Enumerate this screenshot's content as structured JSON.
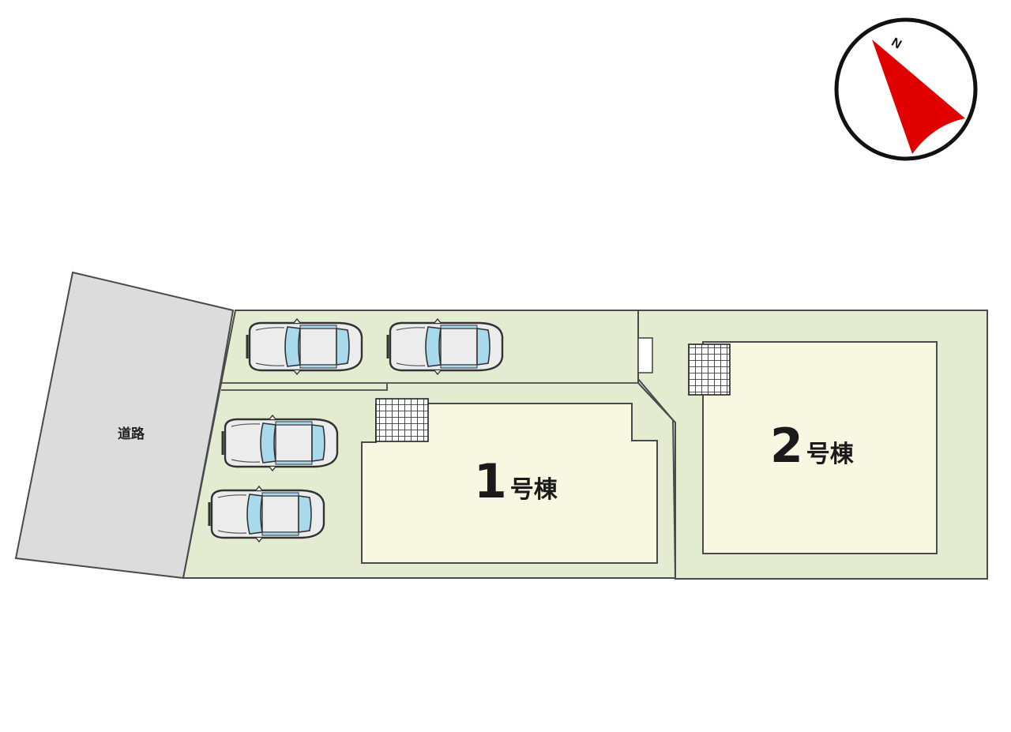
{
  "road": {
    "label": "道路"
  },
  "buildings": [
    {
      "number": "1",
      "suffix": "号棟"
    },
    {
      "number": "2",
      "suffix": "号棟"
    }
  ],
  "compass": {
    "label": "N"
  },
  "parking": {
    "car_count": 4
  },
  "colors": {
    "road": "#dcdcdc",
    "lot": "#e3ecd0",
    "building": "#f8f7e2",
    "outline": "#4a4a4a",
    "car_glass": "#a9d9ec",
    "car_body": "#e8e8e8",
    "compass_arrow": "#e00000"
  }
}
